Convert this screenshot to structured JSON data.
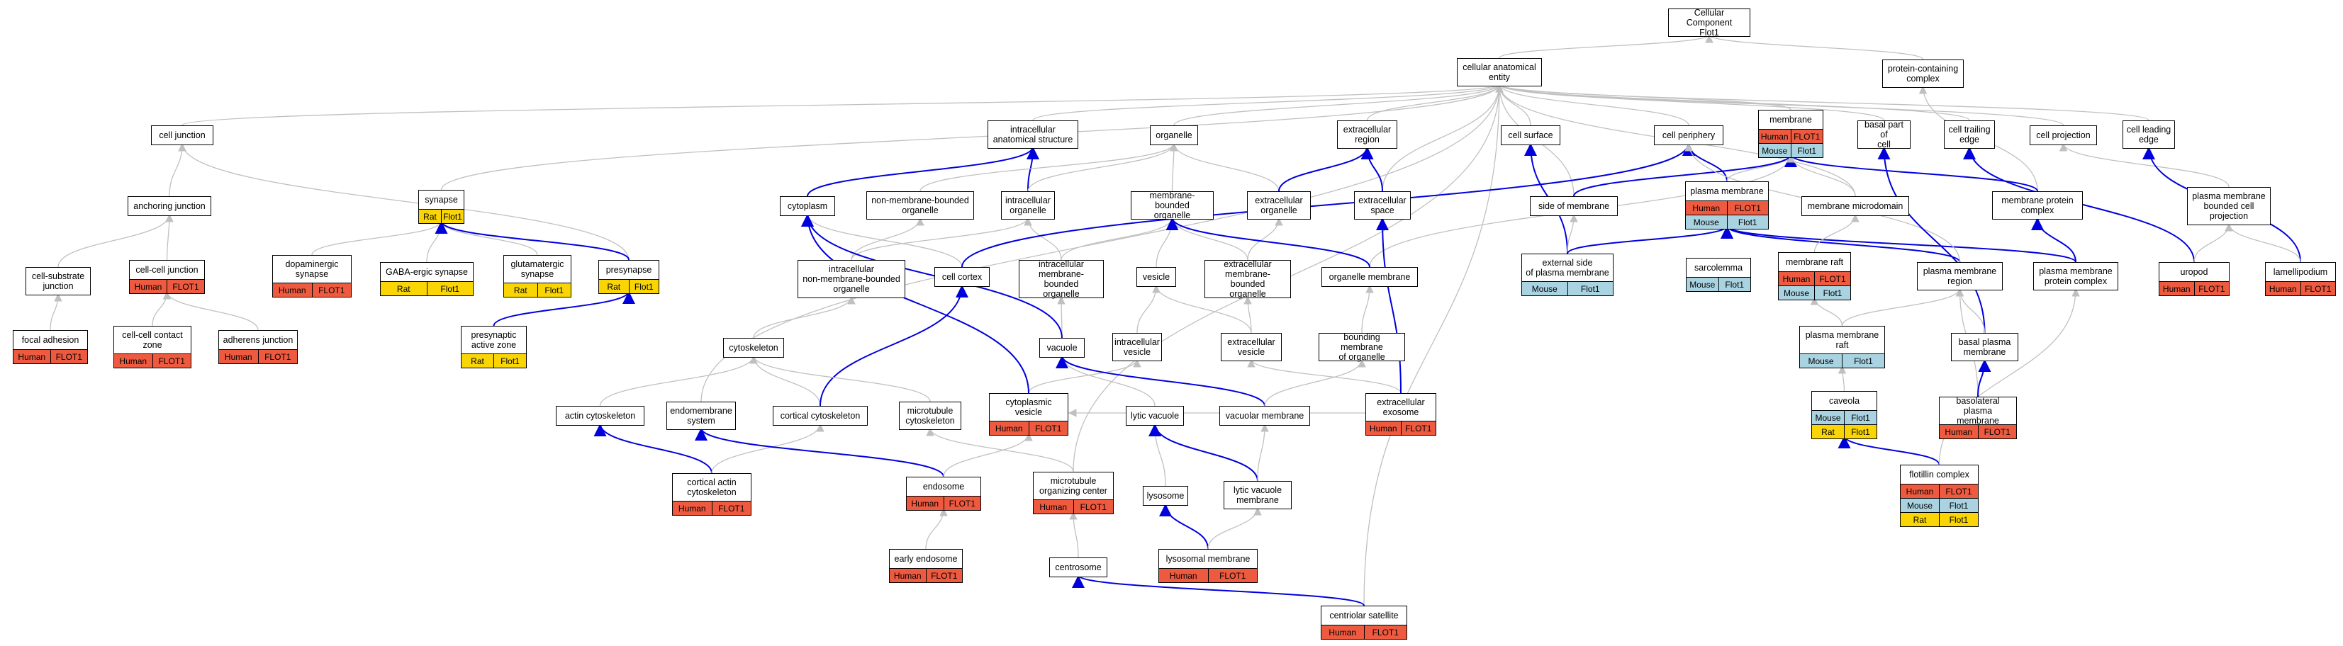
{
  "colors": {
    "Human": "#ee5a3f",
    "Mouse": "#a9d3e1",
    "Rat": "#f9d506",
    "blue_edge": "#0000dd",
    "grey_edge": "#c0c0c0"
  },
  "nodes": [
    {
      "id": "cc",
      "label": "Cellular Component\nFlot1"
    },
    {
      "id": "cae",
      "label": "cellular anatomical\nentity"
    },
    {
      "id": "pcc",
      "label": "protein-containing\ncomplex"
    },
    {
      "id": "cj",
      "label": "cell junction"
    },
    {
      "id": "ias",
      "label": "intracellular\nanatomical structure"
    },
    {
      "id": "org",
      "label": "organelle"
    },
    {
      "id": "ecr",
      "label": "extracellular\nregion"
    },
    {
      "id": "csurf",
      "label": "cell surface"
    },
    {
      "id": "cper",
      "label": "cell periphery"
    },
    {
      "id": "mem",
      "label": "membrane",
      "rows": [
        [
          "Human",
          "FLOT1"
        ],
        [
          "Mouse",
          "Flot1"
        ]
      ]
    },
    {
      "id": "bpc",
      "label": "basal part of\ncell"
    },
    {
      "id": "cte",
      "label": "cell trailing\nedge"
    },
    {
      "id": "cproj",
      "label": "cell projection"
    },
    {
      "id": "cle",
      "label": "cell leading\nedge"
    },
    {
      "id": "aj",
      "label": "anchoring junction"
    },
    {
      "id": "syn",
      "label": "synapse",
      "rows": [
        [
          "Rat",
          "Flot1"
        ]
      ]
    },
    {
      "id": "cyto",
      "label": "cytoplasm"
    },
    {
      "id": "nmbo",
      "label": "non-membrane-bounded\norganelle"
    },
    {
      "id": "io",
      "label": "intracellular\norganelle"
    },
    {
      "id": "mbo",
      "label": "membrane-bounded\norganelle"
    },
    {
      "id": "eco",
      "label": "extracellular\norganelle"
    },
    {
      "id": "ecs",
      "label": "extracellular\nspace"
    },
    {
      "id": "som",
      "label": "side of membrane"
    },
    {
      "id": "pm",
      "label": "plasma membrane",
      "rows": [
        [
          "Human",
          "FLOT1"
        ],
        [
          "Mouse",
          "Flot1"
        ]
      ]
    },
    {
      "id": "mmd",
      "label": "membrane microdomain"
    },
    {
      "id": "mpc",
      "label": "membrane protein\ncomplex"
    },
    {
      "id": "pmbcp",
      "label": "plasma membrane\nbounded cell\nprojection"
    },
    {
      "id": "csj",
      "label": "cell-substrate\njunction"
    },
    {
      "id": "ccj",
      "label": "cell-cell junction",
      "rows": [
        [
          "Human",
          "FLOT1"
        ]
      ]
    },
    {
      "id": "dops",
      "label": "dopaminergic\nsynapse",
      "rows": [
        [
          "Human",
          "FLOT1"
        ]
      ]
    },
    {
      "id": "gaba",
      "label": "GABA-ergic synapse",
      "rows": [
        [
          "Rat",
          "Flot1"
        ]
      ]
    },
    {
      "id": "glu",
      "label": "glutamatergic\nsynapse",
      "rows": [
        [
          "Rat",
          "Flot1"
        ]
      ]
    },
    {
      "id": "pre",
      "label": "presynapse",
      "rows": [
        [
          "Rat",
          "Flot1"
        ]
      ]
    },
    {
      "id": "inmbo",
      "label": "intracellular\nnon-membrane-bounded\norganelle"
    },
    {
      "id": "ccortex",
      "label": "cell cortex"
    },
    {
      "id": "imbo",
      "label": "intracellular\nmembrane-bounded\norganelle"
    },
    {
      "id": "ves",
      "label": "vesicle"
    },
    {
      "id": "emo",
      "label": "extracellular\nmembrane-bounded\norganelle"
    },
    {
      "id": "orgm",
      "label": "organelle membrane"
    },
    {
      "id": "espm",
      "label": "external side\nof plasma membrane",
      "rows": [
        [
          "Mouse",
          "Flot1"
        ]
      ]
    },
    {
      "id": "sarco",
      "label": "sarcolemma",
      "rows": [
        [
          "Mouse",
          "Flot1"
        ]
      ]
    },
    {
      "id": "mraft",
      "label": "membrane raft",
      "rows": [
        [
          "Human",
          "FLOT1"
        ],
        [
          "Mouse",
          "Flot1"
        ]
      ]
    },
    {
      "id": "pmr",
      "label": "plasma membrane\nregion"
    },
    {
      "id": "pmpc",
      "label": "plasma membrane\nprotein complex"
    },
    {
      "id": "uro",
      "label": "uropod",
      "rows": [
        [
          "Human",
          "FLOT1"
        ]
      ]
    },
    {
      "id": "lam",
      "label": "lamellipodium",
      "rows": [
        [
          "Human",
          "FLOT1"
        ]
      ]
    },
    {
      "id": "fa",
      "label": "focal adhesion",
      "rows": [
        [
          "Human",
          "FLOT1"
        ]
      ]
    },
    {
      "id": "cccz",
      "label": "cell-cell contact\nzone",
      "rows": [
        [
          "Human",
          "FLOT1"
        ]
      ]
    },
    {
      "id": "adj",
      "label": "adherens junction",
      "rows": [
        [
          "Human",
          "FLOT1"
        ]
      ]
    },
    {
      "id": "paz",
      "label": "presynaptic\nactive zone",
      "rows": [
        [
          "Rat",
          "Flot1"
        ]
      ]
    },
    {
      "id": "csk",
      "label": "cytoskeleton"
    },
    {
      "id": "vac",
      "label": "vacuole"
    },
    {
      "id": "iv",
      "label": "intracellular\nvesicle"
    },
    {
      "id": "ecv",
      "label": "extracellular\nvesicle"
    },
    {
      "id": "bmo",
      "label": "bounding membrane\nof organelle"
    },
    {
      "id": "pmraft",
      "label": "plasma membrane\nraft",
      "rows": [
        [
          "Mouse",
          "Flot1"
        ]
      ]
    },
    {
      "id": "bpm",
      "label": "basal plasma\nmembrane"
    },
    {
      "id": "acsk",
      "label": "actin cytoskeleton"
    },
    {
      "id": "ems",
      "label": "endomembrane\nsystem"
    },
    {
      "id": "ccsk",
      "label": "cortical cytoskeleton"
    },
    {
      "id": "mtsk",
      "label": "microtubule\ncytoskeleton"
    },
    {
      "id": "cv",
      "label": "cytoplasmic\nvesicle",
      "rows": [
        [
          "Human",
          "FLOT1"
        ]
      ]
    },
    {
      "id": "lv",
      "label": "lytic vacuole"
    },
    {
      "id": "vm",
      "label": "vacuolar membrane"
    },
    {
      "id": "exo",
      "label": "extracellular\nexosome",
      "rows": [
        [
          "Human",
          "FLOT1"
        ]
      ]
    },
    {
      "id": "cav",
      "label": "caveola",
      "rows": [
        [
          "Mouse",
          "Flot1"
        ],
        [
          "Rat",
          "Flot1"
        ]
      ]
    },
    {
      "id": "blpm",
      "label": "basolateral\nplasma membrane",
      "rows": [
        [
          "Human",
          "FLOT1"
        ]
      ]
    },
    {
      "id": "cask",
      "label": "cortical actin\ncytoskeleton",
      "rows": [
        [
          "Human",
          "FLOT1"
        ]
      ]
    },
    {
      "id": "endo",
      "label": "endosome",
      "rows": [
        [
          "Human",
          "FLOT1"
        ]
      ]
    },
    {
      "id": "mtoc",
      "label": "microtubule\norganizing center",
      "rows": [
        [
          "Human",
          "FLOT1"
        ]
      ]
    },
    {
      "id": "lyso",
      "label": "lysosome"
    },
    {
      "id": "lvm",
      "label": "lytic vacuole\nmembrane"
    },
    {
      "id": "flot",
      "label": "flotillin complex",
      "rows": [
        [
          "Human",
          "FLOT1"
        ],
        [
          "Mouse",
          "Flot1"
        ],
        [
          "Rat",
          "Flot1"
        ]
      ]
    },
    {
      "id": "ee",
      "label": "early endosome",
      "rows": [
        [
          "Human",
          "FLOT1"
        ]
      ]
    },
    {
      "id": "cent",
      "label": "centrosome"
    },
    {
      "id": "lysm",
      "label": "lysosomal membrane",
      "rows": [
        [
          "Human",
          "FLOT1"
        ]
      ]
    },
    {
      "id": "csat",
      "label": "centriolar satellite",
      "rows": [
        [
          "Human",
          "FLOT1"
        ]
      ]
    }
  ],
  "edges": [
    [
      "cae",
      "cc",
      "g"
    ],
    [
      "pcc",
      "cc",
      "g"
    ],
    [
      "cj",
      "cae",
      "g"
    ],
    [
      "ias",
      "cae",
      "g"
    ],
    [
      "org",
      "cae",
      "g"
    ],
    [
      "ecr",
      "cae",
      "g"
    ],
    [
      "csurf",
      "cae",
      "g"
    ],
    [
      "cper",
      "cae",
      "g"
    ],
    [
      "mem",
      "cae",
      "g"
    ],
    [
      "bpc",
      "cae",
      "g"
    ],
    [
      "cte",
      "cae",
      "g"
    ],
    [
      "cproj",
      "cae",
      "g"
    ],
    [
      "cle",
      "cae",
      "g"
    ],
    [
      "syn",
      "cae",
      "g"
    ],
    [
      "ems",
      "cae",
      "g"
    ],
    [
      "som",
      "cae",
      "g"
    ],
    [
      "mpc",
      "pcc",
      "g"
    ],
    [
      "pmbcp",
      "cproj",
      "g"
    ],
    [
      "csat",
      "cae",
      "g"
    ],
    [
      "ecs",
      "cae",
      "g"
    ],
    [
      "mtoc",
      "cae",
      "g"
    ],
    [
      "mmd",
      "cae",
      "g"
    ],
    [
      "aj",
      "cj",
      "g"
    ],
    [
      "csj",
      "aj",
      "g"
    ],
    [
      "ccj",
      "aj",
      "g"
    ],
    [
      "fa",
      "csj",
      "g"
    ],
    [
      "cccz",
      "ccj",
      "g"
    ],
    [
      "adj",
      "ccj",
      "g"
    ],
    [
      "dops",
      "syn",
      "g"
    ],
    [
      "gaba",
      "syn",
      "g"
    ],
    [
      "glu",
      "syn",
      "g"
    ],
    [
      "pre",
      "cj",
      "g"
    ],
    [
      "cyto",
      "ias",
      "b"
    ],
    [
      "io",
      "ias",
      "b"
    ],
    [
      "nmbo",
      "org",
      "g"
    ],
    [
      "io",
      "org",
      "g"
    ],
    [
      "mbo",
      "org",
      "g"
    ],
    [
      "eco",
      "org",
      "g"
    ],
    [
      "eco",
      "ecr",
      "b"
    ],
    [
      "ecs",
      "ecr",
      "b"
    ],
    [
      "inmbo",
      "nmbo",
      "g"
    ],
    [
      "inmbo",
      "io",
      "g"
    ],
    [
      "imbo",
      "io",
      "g"
    ],
    [
      "imbo",
      "mbo",
      "g"
    ],
    [
      "emo",
      "mbo",
      "g"
    ],
    [
      "emo",
      "eco",
      "g"
    ],
    [
      "ves",
      "mbo",
      "g"
    ],
    [
      "ccortex",
      "cyto",
      "g"
    ],
    [
      "orgm",
      "mem",
      "g"
    ],
    [
      "orgm",
      "mbo",
      "b"
    ],
    [
      "espm",
      "csurf",
      "b"
    ],
    [
      "espm",
      "som",
      "g"
    ],
    [
      "espm",
      "pm",
      "b"
    ],
    [
      "pm",
      "cper",
      "b"
    ],
    [
      "pm",
      "mem",
      "g"
    ],
    [
      "som",
      "mem",
      "b"
    ],
    [
      "ccortex",
      "cper",
      "b"
    ],
    [
      "mpc",
      "mem",
      "b"
    ],
    [
      "pmr",
      "pm",
      "b"
    ],
    [
      "pmpc",
      "mpc",
      "b"
    ],
    [
      "pmpc",
      "pm",
      "b"
    ],
    [
      "mraft",
      "mmd",
      "g"
    ],
    [
      "mmd",
      "mem",
      "g"
    ],
    [
      "uro",
      "cte",
      "b"
    ],
    [
      "lam",
      "cle",
      "b"
    ],
    [
      "lam",
      "pmbcp",
      "g"
    ],
    [
      "uro",
      "pmbcp",
      "g"
    ],
    [
      "pmr",
      "cper",
      "g"
    ],
    [
      "paz",
      "pre",
      "b"
    ],
    [
      "pre",
      "syn",
      "b"
    ],
    [
      "csk",
      "inmbo",
      "g"
    ],
    [
      "vac",
      "imbo",
      "g"
    ],
    [
      "vac",
      "cyto",
      "b"
    ],
    [
      "iv",
      "ves",
      "g"
    ],
    [
      "ecv",
      "ves",
      "g"
    ],
    [
      "ecv",
      "emo",
      "g"
    ],
    [
      "bmo",
      "orgm",
      "g"
    ],
    [
      "exo",
      "ecv",
      "g"
    ],
    [
      "exo",
      "ecs",
      "b"
    ],
    [
      "pmraft",
      "mraft",
      "g"
    ],
    [
      "pmraft",
      "pmr",
      "g"
    ],
    [
      "bpm",
      "bpc",
      "b"
    ],
    [
      "bpm",
      "pmr",
      "g"
    ],
    [
      "cav",
      "pmraft",
      "g"
    ],
    [
      "blpm",
      "pmr",
      "g"
    ],
    [
      "acsk",
      "csk",
      "g"
    ],
    [
      "ccsk",
      "csk",
      "g"
    ],
    [
      "ccsk",
      "ccortex",
      "b"
    ],
    [
      "mtsk",
      "csk",
      "g"
    ],
    [
      "cv",
      "iv",
      "g"
    ],
    [
      "cv",
      "cyto",
      "b"
    ],
    [
      "lv",
      "vac",
      "g"
    ],
    [
      "vm",
      "vac",
      "b"
    ],
    [
      "vm",
      "bmo",
      "g"
    ],
    [
      "exo",
      "cv",
      "g"
    ],
    [
      "cask",
      "acsk",
      "b"
    ],
    [
      "cask",
      "ccsk",
      "g"
    ],
    [
      "endo",
      "ems",
      "b"
    ],
    [
      "endo",
      "cv",
      "g"
    ],
    [
      "mtoc",
      "mtsk",
      "g"
    ],
    [
      "lyso",
      "lv",
      "g"
    ],
    [
      "lvm",
      "lv",
      "b"
    ],
    [
      "lvm",
      "vm",
      "g"
    ],
    [
      "flot",
      "cav",
      "b"
    ],
    [
      "flot",
      "pmpc",
      "g"
    ],
    [
      "ee",
      "endo",
      "g"
    ],
    [
      "cent",
      "mtoc",
      "g"
    ],
    [
      "lysm",
      "lyso",
      "b"
    ],
    [
      "lysm",
      "lvm",
      "g"
    ],
    [
      "csat",
      "cent",
      "b"
    ],
    [
      "blpm",
      "bpm",
      "b"
    ]
  ]
}
